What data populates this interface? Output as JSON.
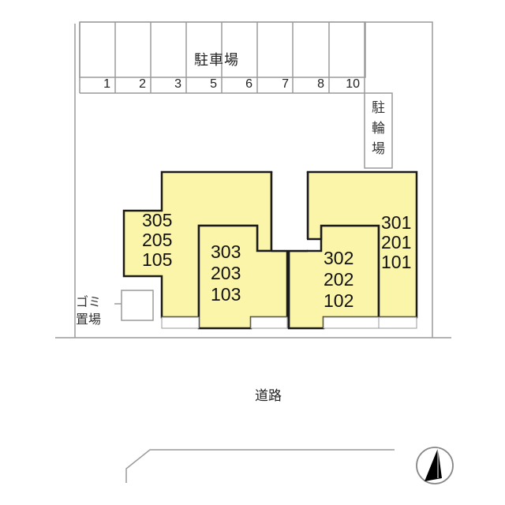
{
  "parking": {
    "label": "駐車場",
    "stalls": [
      "1",
      "2",
      "3",
      "5",
      "6",
      "7",
      "8",
      "10"
    ]
  },
  "bicycle_parking": {
    "label_chars": [
      "駐",
      "輪",
      "場"
    ]
  },
  "garbage": {
    "line1": "ゴミ",
    "line2": "置場"
  },
  "road": {
    "label": "道路"
  },
  "buildings": {
    "west": {
      "units": [
        "305",
        "205",
        "105"
      ]
    },
    "center_left": {
      "units": [
        "303",
        "203",
        "103"
      ]
    },
    "center_right": {
      "units": [
        "302",
        "202",
        "102"
      ]
    },
    "east": {
      "units": [
        "301",
        "201",
        "101"
      ]
    }
  },
  "compass": {
    "icon": "north-arrow-icon"
  },
  "colors": {
    "building_fill": "#fbf5a9",
    "building_stroke": "#1a1a1a",
    "lot_line": "#9a9a9a"
  }
}
